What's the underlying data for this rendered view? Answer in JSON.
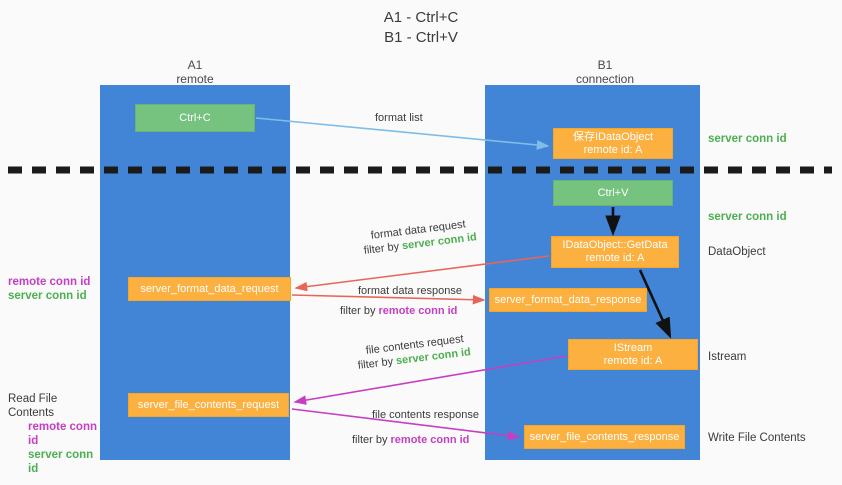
{
  "title": "A1 - Ctrl+C\nB1 - Ctrl+V",
  "lanes": [
    {
      "name": "A1",
      "sub": "remote",
      "header": "A1\nremote"
    },
    {
      "name": "B1",
      "sub": "connection",
      "header": "B1\nconnection"
    }
  ],
  "boxes": {
    "ctrl_c": "Ctrl+C",
    "save_idataobject": "保存IDataObject\nremote id: A",
    "ctrl_v": "Ctrl+V",
    "getdata": "IDataObject::GetData\nremote id: A",
    "istream": "IStream\nremote id: A",
    "server_format_data_request": "server_format_data_request",
    "server_format_data_response": "server_format_data_response",
    "server_file_contents_request": "server_file_contents_request",
    "server_file_contents_response": "server_file_contents_response"
  },
  "edge_labels": {
    "format_list": "format list",
    "format_data_request": "format data request",
    "filter_by": "filter by",
    "server_conn_id": "server conn id",
    "format_data_response": "format data response",
    "remote_conn_id": "remote conn id",
    "file_contents_request": "file contents request",
    "file_contents_response": "file contents response"
  },
  "side_notes": {
    "server_conn_id_top": "server conn id",
    "server_conn_id_mid": "server conn id",
    "dataobject": "DataObject",
    "istream": "Istream",
    "write_file_contents": "Write File Contents",
    "read_file_contents": "Read File Contents",
    "remote_conn_id": "remote conn id",
    "server_conn_id": "server conn id"
  },
  "colors": {
    "lane": "#4285d6",
    "green_box": "#76c380",
    "orange_box": "#fbb040",
    "green_text": "#4caf50",
    "purple_text": "#c43fc4",
    "blue_arrow": "#7fbde8",
    "red_arrow": "#e8655a",
    "magenta_arrow": "#c43fc4",
    "black_arrow": "#111111",
    "background": "#fafafa"
  }
}
